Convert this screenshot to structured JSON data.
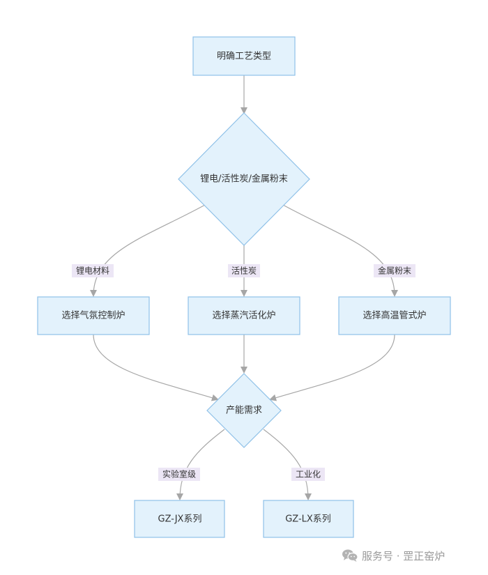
{
  "nodes": {
    "start": "明确工艺类型",
    "decision_material": "锂电/活性炭/金属粉末",
    "furnace_atmosphere": "选择气氛控制炉",
    "furnace_steam": "选择蒸汽活化炉",
    "furnace_tube": "选择高温管式炉",
    "decision_capacity": "产能需求",
    "series_jx": "GZ-JX系列",
    "series_lx": "GZ-LX系列"
  },
  "edge_labels": {
    "lithium": "锂电材料",
    "carbon": "活性炭",
    "metal_powder": "金属粉末",
    "lab": "实验室级",
    "industrial": "工业化"
  },
  "watermark": {
    "text": "服务号 · 罡正窑炉",
    "icon": "wechat-icon"
  },
  "colors": {
    "node_fill": "#e3f2fc",
    "node_stroke": "#8fc1e8",
    "edge": "#a6a6a6",
    "label_bg": "#ece6f5"
  }
}
